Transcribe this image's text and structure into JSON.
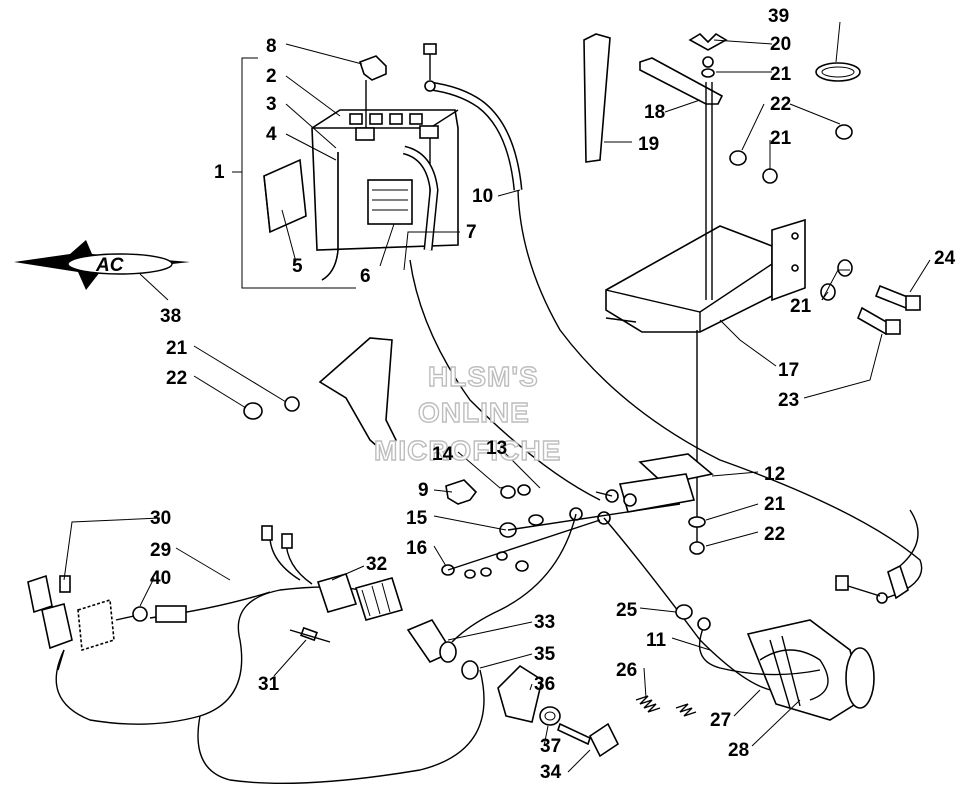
{
  "diagram": {
    "watermark": [
      "HLSM'S",
      "ONLINE",
      "MICROFICHE"
    ],
    "logo_text": "AC",
    "callouts": [
      {
        "id": "c1",
        "label": "1"
      },
      {
        "id": "c2",
        "label": "2"
      },
      {
        "id": "c3",
        "label": "3"
      },
      {
        "id": "c4",
        "label": "4"
      },
      {
        "id": "c5",
        "label": "5"
      },
      {
        "id": "c6",
        "label": "6"
      },
      {
        "id": "c7",
        "label": "7"
      },
      {
        "id": "c8",
        "label": "8"
      },
      {
        "id": "c9",
        "label": "9"
      },
      {
        "id": "c10",
        "label": "10"
      },
      {
        "id": "c11",
        "label": "11"
      },
      {
        "id": "c12",
        "label": "12"
      },
      {
        "id": "c13",
        "label": "13"
      },
      {
        "id": "c14",
        "label": "14"
      },
      {
        "id": "c15",
        "label": "15"
      },
      {
        "id": "c16",
        "label": "16"
      },
      {
        "id": "c17",
        "label": "17"
      },
      {
        "id": "c18",
        "label": "18"
      },
      {
        "id": "c19",
        "label": "19"
      },
      {
        "id": "c20",
        "label": "20"
      },
      {
        "id": "c21a",
        "label": "21"
      },
      {
        "id": "c21b",
        "label": "21"
      },
      {
        "id": "c21c",
        "label": "21"
      },
      {
        "id": "c21d",
        "label": "21"
      },
      {
        "id": "c21e",
        "label": "21"
      },
      {
        "id": "c22a",
        "label": "22"
      },
      {
        "id": "c22b",
        "label": "22"
      },
      {
        "id": "c22c",
        "label": "22"
      },
      {
        "id": "c23",
        "label": "23"
      },
      {
        "id": "c24",
        "label": "24"
      },
      {
        "id": "c25",
        "label": "25"
      },
      {
        "id": "c26",
        "label": "26"
      },
      {
        "id": "c27",
        "label": "27"
      },
      {
        "id": "c28",
        "label": "28"
      },
      {
        "id": "c29",
        "label": "29"
      },
      {
        "id": "c30",
        "label": "30"
      },
      {
        "id": "c31",
        "label": "31"
      },
      {
        "id": "c32",
        "label": "32"
      },
      {
        "id": "c33",
        "label": "33"
      },
      {
        "id": "c34",
        "label": "34"
      },
      {
        "id": "c35",
        "label": "35"
      },
      {
        "id": "c36",
        "label": "36"
      },
      {
        "id": "c37",
        "label": "37"
      },
      {
        "id": "c38",
        "label": "38"
      },
      {
        "id": "c39",
        "label": "39"
      },
      {
        "id": "c40",
        "label": "40"
      }
    ]
  }
}
